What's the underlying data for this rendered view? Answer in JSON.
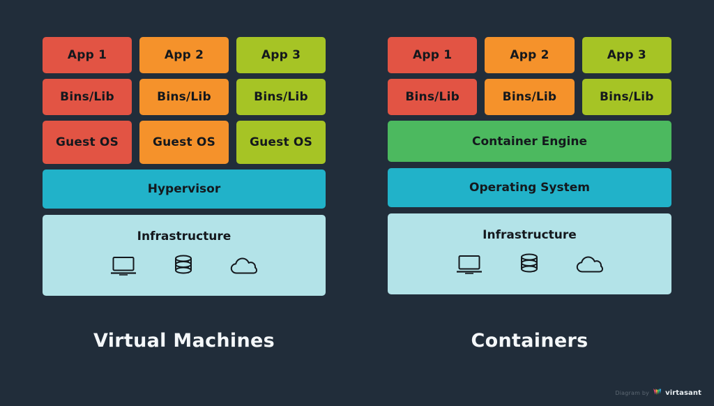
{
  "background_color": "#212d3a",
  "palette": {
    "red": "#e25444",
    "orange": "#f5922b",
    "lime": "#a6c425",
    "cyan": "#21b2c9",
    "green": "#4cb95f",
    "light_blue": "#b3e3e8",
    "text_dark": "#14181d",
    "text_light": "#f4f7f9"
  },
  "left_column": {
    "caption": "Virtual Machines",
    "apps": [
      "App 1",
      "App 2",
      "App 3"
    ],
    "bins": [
      "Bins/Lib",
      "Bins/Lib",
      "Bins/Lib"
    ],
    "guests": [
      "Guest OS",
      "Guest OS",
      "Guest OS"
    ],
    "hypervisor": "Hypervisor",
    "infrastructure": {
      "title": "Infrastructure",
      "icons": [
        "laptop-icon",
        "database-icon",
        "cloud-icon"
      ]
    }
  },
  "right_column": {
    "caption": "Containers",
    "apps": [
      "App 1",
      "App 2",
      "App 3"
    ],
    "bins": [
      "Bins/Lib",
      "Bins/Lib",
      "Bins/Lib"
    ],
    "container_engine": "Container Engine",
    "operating_system": "Operating System",
    "infrastructure": {
      "title": "Infrastructure",
      "icons": [
        "laptop-icon",
        "database-icon",
        "cloud-icon"
      ]
    }
  },
  "watermark": {
    "prefix": "Diagram by",
    "brand": "virtasant"
  }
}
